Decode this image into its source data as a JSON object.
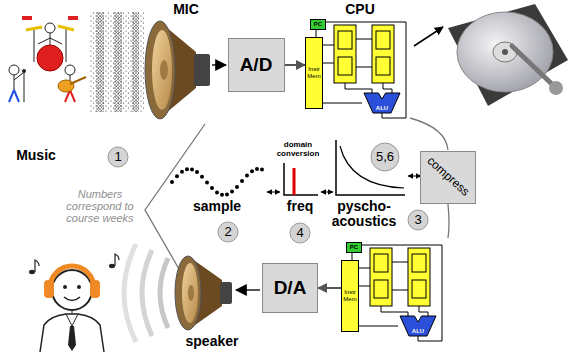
{
  "diagram": {
    "nodes": [
      {
        "text": [
          "A/D"
        ]
      },
      {
        "text": [
          "PC"
        ]
      },
      {
        "text": [
          "Instr Mem"
        ]
      },
      {
        "text": [
          "ALU"
        ]
      },
      {
        "text": [
          "1"
        ]
      },
      {
        "text": [
          "2"
        ]
      },
      {
        "text": [
          "4"
        ]
      },
      {
        "text": [
          "5,6"
        ]
      },
      {
        "text": [
          "3"
        ]
      },
      {
        "text": [
          "compress"
        ]
      },
      {
        "text": [
          "D/A"
        ]
      },
      {
        "text": [
          "PC"
        ]
      },
      {
        "text": [
          "Instr Mem"
        ]
      },
      {
        "text": [
          "ALU"
        ]
      }
    ],
    "edges": [
      {
        "from": 0,
        "to": 2,
        "arrow": "to"
      },
      {
        "from": 12,
        "to": 10,
        "arrow": "to"
      }
    ],
    "labels": [
      "MIC",
      "CPU",
      "Music",
      "Numbers correspond to course weeks",
      "domain conversion",
      "sample",
      "freq",
      "pyscho-acoustics",
      "speaker"
    ]
  }
}
